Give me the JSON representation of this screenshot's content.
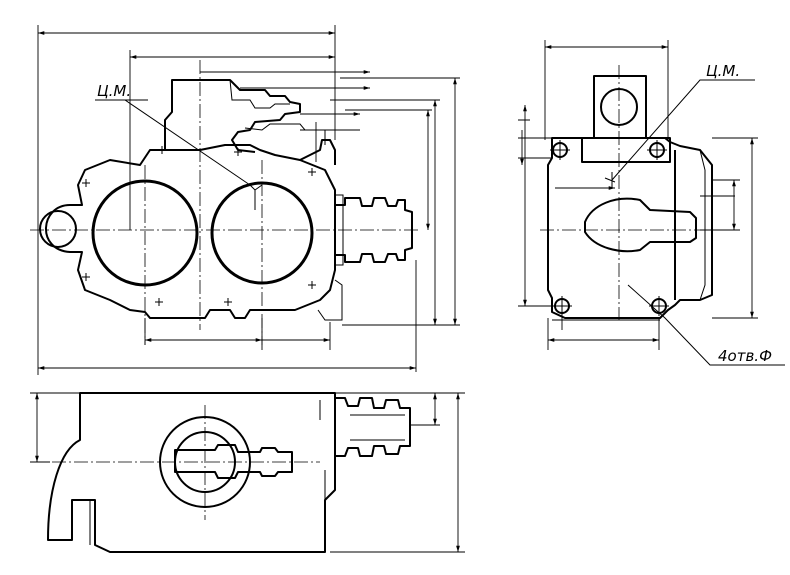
{
  "labels": {
    "cm_front": "Ц.М.",
    "cm_side": "Ц.М.",
    "holes": "4отв.Ф"
  },
  "colors": {
    "ink": "#000000",
    "paper": "#ffffff"
  }
}
